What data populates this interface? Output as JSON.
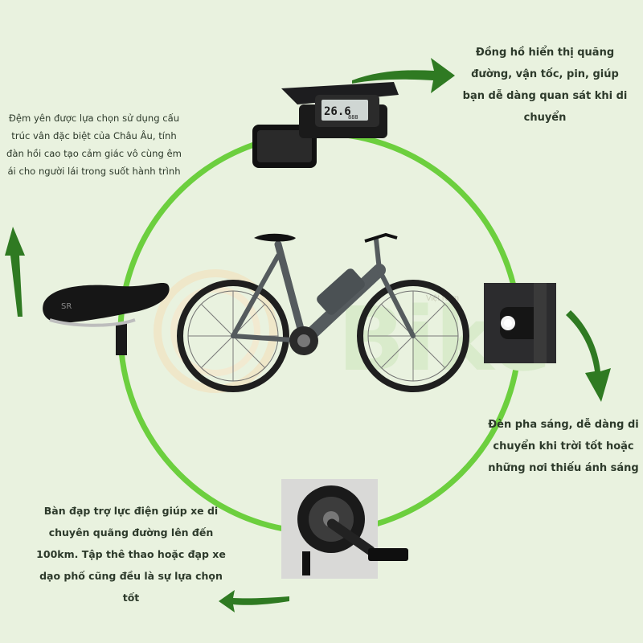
{
  "callouts": {
    "seat": "Đệm yên được lựa chọn sử dụng cấu trúc vân đặc biệt của Châu Âu, tính đàn hồi cao tạo cảm giác vô cùng êm ái cho người lái trong suốt hành trình",
    "display": "Đồng hồ hiển thị quãng đường, vận tốc, pin, giúp bạn dễ dàng quan sát khi di chuyển",
    "headlight": "Đèn pha sáng, dễ dàng di chuyển khi trời tốt hoặc những nơi thiếu ánh sáng",
    "pedal": "Bàn đạp trợ lực điện giúp xe di chuyên quãng đường lên đến 100km. Tập thê thao hoặc đạp xe dạo phố cũng đều là sự lựa chọn tốt"
  },
  "display_readout": {
    "speed": "26.6",
    "odometer": "888"
  },
  "watermark": "Việt Nam",
  "colors": {
    "background": "#e9f2df",
    "circle": "#6ccf3e",
    "arrow": "#2f7a22",
    "text": "#2d3a2b"
  },
  "icons": [
    "arrow-seat-icon",
    "arrow-display-icon",
    "arrow-headlight-icon",
    "arrow-pedal-icon"
  ]
}
